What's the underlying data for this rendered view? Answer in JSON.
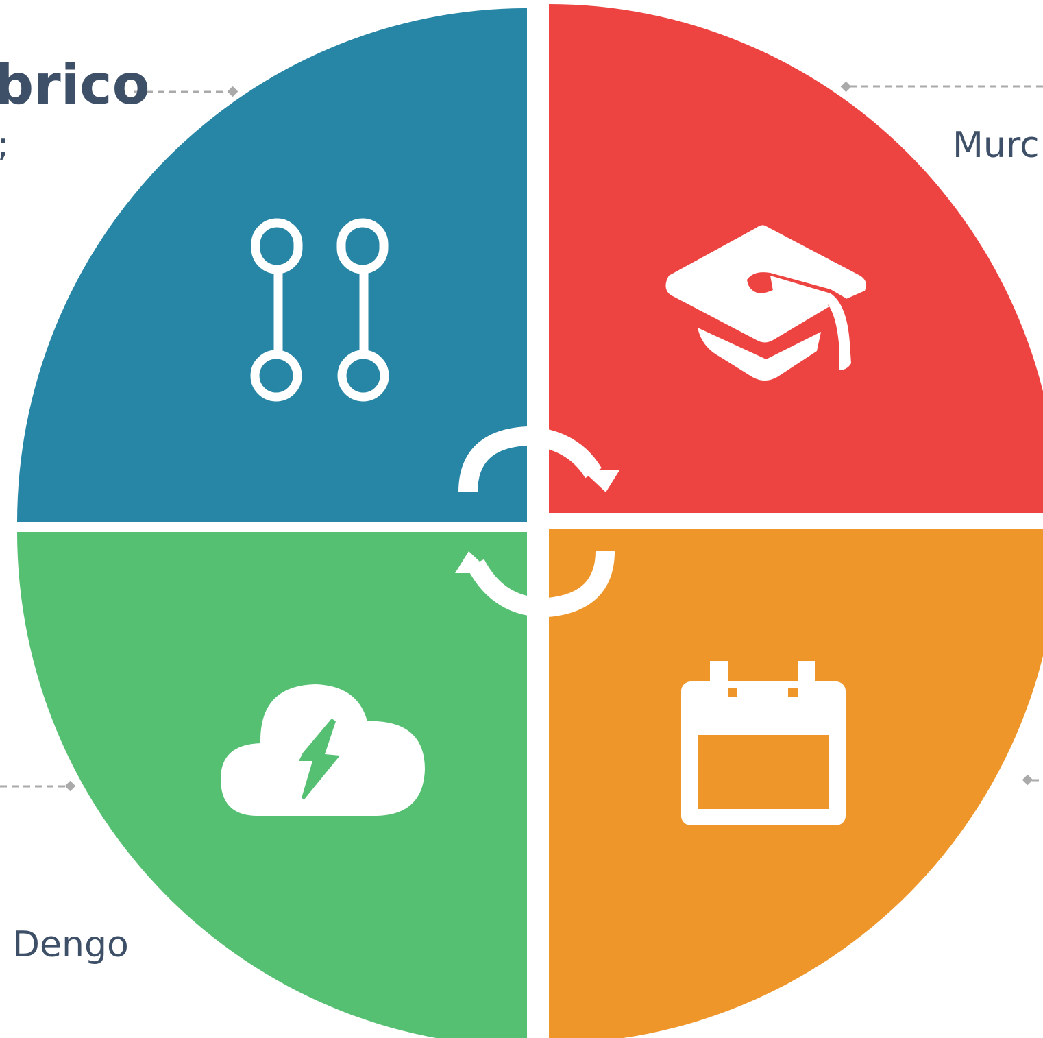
{
  "quadrants": {
    "top_left": {
      "color": "#2786a6",
      "icon": "key-connector-icon",
      "title": "brico",
      "text": ";"
    },
    "top_right": {
      "color": "#ed4441",
      "icon": "graduation-cap-icon",
      "text": "Murc"
    },
    "bottom_right": {
      "color": "#ef962b",
      "icon": "calendar-icon"
    },
    "bottom_left": {
      "color": "#55bf72",
      "icon": "cloud-lightning-icon",
      "text": "Dengo"
    }
  },
  "center": {
    "icon": "cycle-arrows-icon",
    "color": "#ffffff"
  },
  "connector_color": "#aaaaaa",
  "title_color": "#3e5068"
}
